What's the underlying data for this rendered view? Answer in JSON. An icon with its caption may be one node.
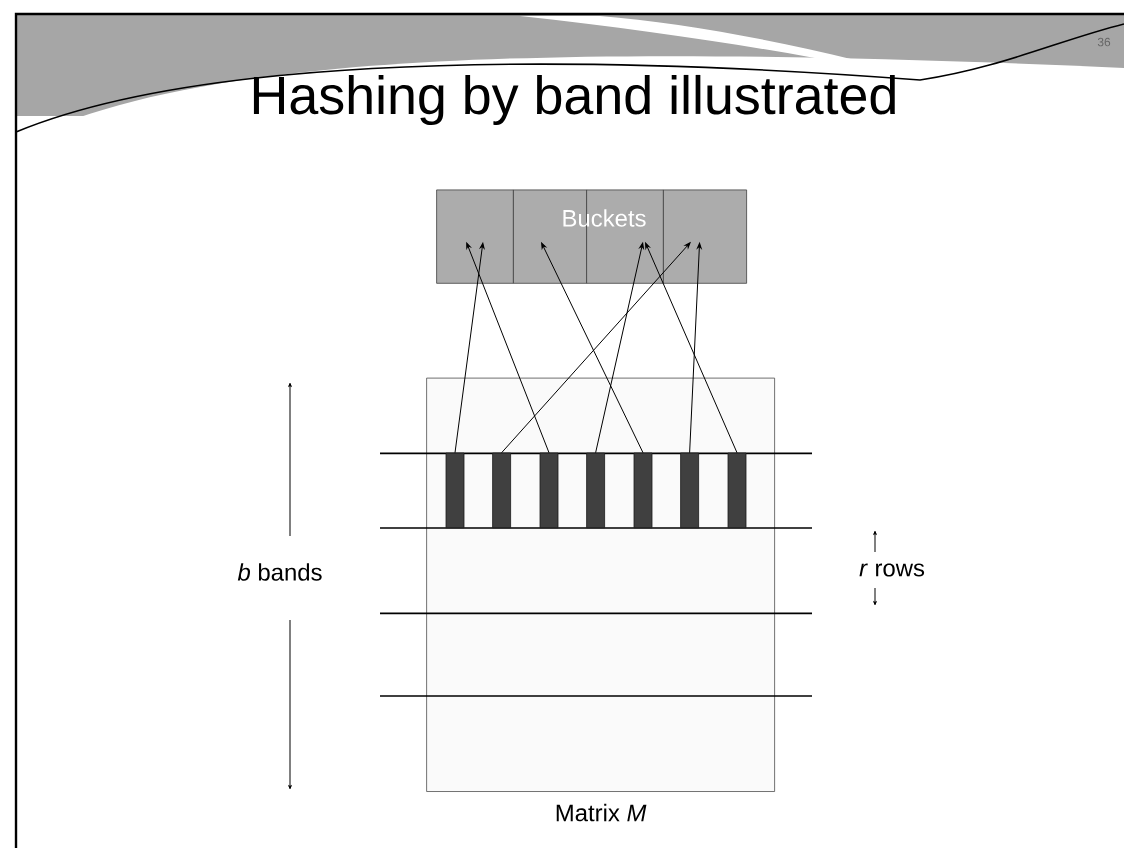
{
  "diagram": {
    "title": "Hashing by band illustrated",
    "nodes": [
      {
        "text": [],
        "shape": "box"
      },
      {
        "text": [],
        "shape": "box"
      },
      {
        "text": [],
        "shape": "box"
      },
      {
        "text": [],
        "shape": "box"
      },
      {
        "text": [
          "Matrix *M*"
        ]
      },
      {
        "text": [],
        "shape": "bar",
        "in": 4
      },
      {
        "text": [],
        "shape": "bar",
        "in": 4
      },
      {
        "text": [],
        "shape": "bar",
        "in": 4
      },
      {
        "text": [],
        "shape": "bar",
        "in": 4
      },
      {
        "text": [],
        "shape": "bar",
        "in": 4
      },
      {
        "text": [],
        "shape": "bar",
        "in": 4
      },
      {
        "text": [],
        "shape": "bar",
        "in": 4
      }
    ],
    "edges": [
      {
        "from": 5,
        "to": 0,
        "arrow": "to"
      },
      {
        "from": 6,
        "to": 3,
        "arrow": "to"
      },
      {
        "from": 7,
        "to": 0,
        "arrow": "to"
      },
      {
        "from": 8,
        "to": 2,
        "arrow": "to"
      },
      {
        "from": 9,
        "to": 1,
        "arrow": "to"
      },
      {
        "from": 10,
        "to": 3,
        "arrow": "to"
      },
      {
        "from": 11,
        "to": 2,
        "arrow": "to"
      }
    ],
    "labels": [
      "36",
      "Buckets",
      "*b* bands",
      "*r* rows"
    ]
  }
}
